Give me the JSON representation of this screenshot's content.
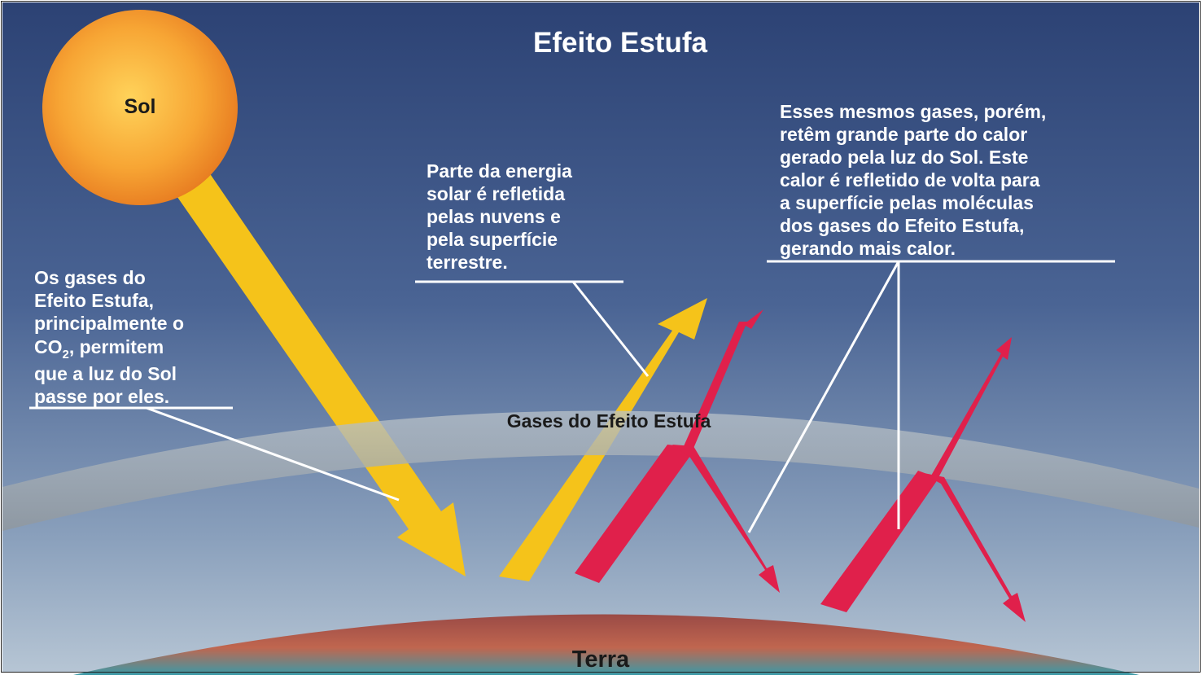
{
  "diagram": {
    "title": "Efeito Estufa",
    "sun_label": "Sol",
    "earth_label": "Terra",
    "gas_layer_label": "Gases do Efeito Estufa",
    "left_note": {
      "line1": "Os gases do",
      "line2": "Efeito Estufa,",
      "line3": "principalmente o",
      "line4_prefix": "CO",
      "line4_subscript": "2",
      "line4_suffix": ", permitem",
      "line5": "que a luz do Sol",
      "line6": "passe por eles."
    },
    "middle_note": {
      "line1": "Parte da energia",
      "line2": "solar é refletida",
      "line3": "pelas nuvens e",
      "line4": "pela superfície",
      "line5": "terrestre."
    },
    "right_note": {
      "line1": "Esses mesmos gases, porém,",
      "line2": "retêm grande parte do calor",
      "line3": "gerado pela luz do Sol. Este",
      "line4": "calor é refletido de volta para",
      "line5": "a superfície pelas moléculas",
      "line6": "dos gases do Efeito Estufa,",
      "line7": "gerando mais calor."
    },
    "colors": {
      "sky_top": "#2f4577",
      "sky_bottom": "#9fb3c8",
      "sunlight_arrow": "#f5c31a",
      "heat_arrow": "#e0204b",
      "earth": "#b85a4a",
      "sun": "#f49a2c",
      "text": "#ffffff",
      "dark_text": "#1a1a1a"
    }
  }
}
